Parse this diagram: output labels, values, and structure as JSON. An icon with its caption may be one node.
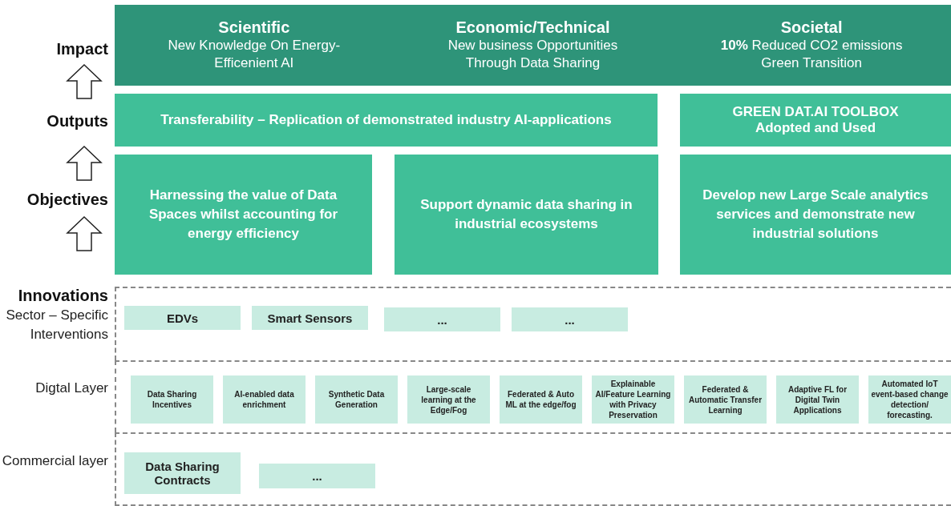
{
  "diagram": {
    "nodes": [
      {
        "text": [
          "Scientific",
          "New Knowledge On Energy-Efficenient AI",
          "Economic/Technical",
          "New business Opportunities Through Data Sharing",
          "Societal",
          "**10%** Reduced CO2 emissions Green Transition"
        ]
      },
      {
        "text": [
          "Transferability – Replication of demonstrated industry AI-applications"
        ]
      },
      {
        "text": [
          "GREEN DAT.AI TOOLBOX Adopted and Used"
        ]
      },
      {
        "text": [
          "Harnessing the value of Data Spaces whilst accounting for energy efficiency"
        ]
      },
      {
        "text": [
          "Support dynamic data sharing in industrial ecosystems"
        ]
      },
      {
        "text": [
          "Develop new Large Scale analytics services and demonstrate new industrial solutions"
        ]
      },
      {
        "text": [
          "Sector – Specific Interventions"
        ]
      },
      {
        "text": [
          "EDVs"
        ],
        "in": 6
      },
      {
        "text": [
          "Smart Sensors"
        ],
        "in": 6
      },
      {
        "text": [
          "..."
        ],
        "in": 6
      },
      {
        "text": [
          "..."
        ],
        "in": 6
      },
      {
        "text": [
          "Digtal Layer"
        ]
      },
      {
        "text": [
          "Data Sharing Incentives"
        ],
        "in": 11
      },
      {
        "text": [
          "AI-enabled data enrichment"
        ],
        "in": 11
      },
      {
        "text": [
          "Synthetic Data Generation"
        ],
        "in": 11
      },
      {
        "text": [
          "Large-scale learning at the Edge/Fog"
        ],
        "in": 11
      },
      {
        "text": [
          "Federated & Auto ML at the edge/fog"
        ],
        "in": 11
      },
      {
        "text": [
          "Explainable AI/Feature Learning with Privacy Preservation"
        ],
        "in": 11
      },
      {
        "text": [
          "Federated & Automatic Transfer Learning"
        ],
        "in": 11
      },
      {
        "text": [
          "Adaptive FL for Digital Twin Applications"
        ],
        "in": 11
      },
      {
        "text": [
          "Automated IoT event-based change detection/ forecasting."
        ],
        "in": 11
      },
      {
        "text": [
          "Commercial layer"
        ]
      },
      {
        "text": [
          "Data Sharing Contracts"
        ],
        "in": 21
      },
      {
        "text": [
          "..."
        ],
        "in": 21
      }
    ],
    "labels": [
      "Impact",
      "Outputs",
      "Objectives",
      "Innovations"
    ]
  }
}
